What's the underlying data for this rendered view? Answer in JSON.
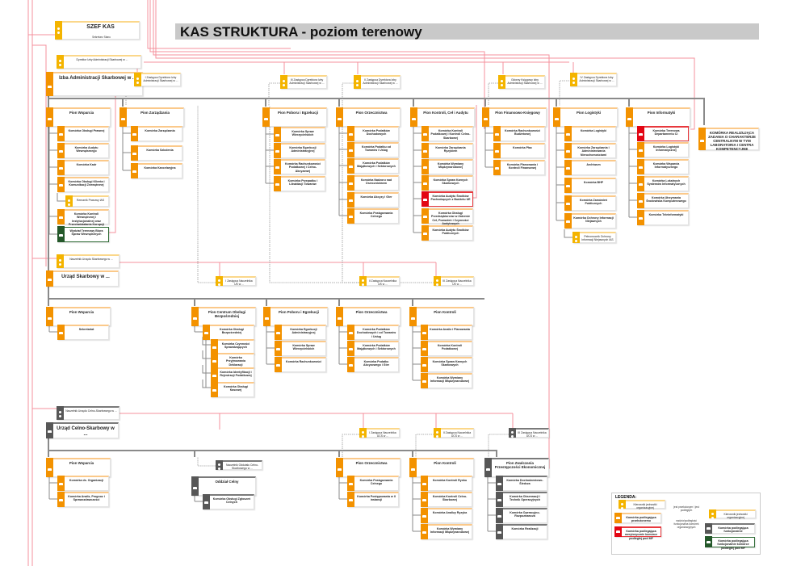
{
  "title": "KAS STRUKTURA - poziom terenowy",
  "szef": {
    "label": "SZEF KAS",
    "sub": "Sekretarz Stanu"
  },
  "izba": {
    "head": "Dyrektor Izby Administracji Skarbowej w ...",
    "unit": "Izba Administracji Skarbowej w ...",
    "deputies": [
      "I Zastępca Dyrektora Izby Administracji Skarbowej w ...",
      "III Zastępca Dyrektora Izby Administracji Skarbowej w ...",
      "II Zastępca Dyrektora Izby Administracji Skarbowej w ...",
      "Główny Księgowy Izby Administracji Skarbowej w ...",
      "IV Zastępca Dyrektora Izby Administracji Skarbowej w ..."
    ],
    "piony": [
      {
        "label": "Pion Wsparcia",
        "children": [
          {
            "label": "Komórka Obsługi Prawnej",
            "type": "local"
          },
          {
            "label": "Komórka Audytu Wewnętrznego",
            "type": "local"
          },
          {
            "label": "Komórka Kadr",
            "type": "local"
          },
          {
            "label": "Komórka Obsługi Klienta i Komunikacji Zewnętrznej",
            "type": "local"
          },
          {
            "label": "Rzecznik Prasowy IAS",
            "type": "person"
          },
          {
            "label": "Komórka Kontroli Wewnętrznej i Instytucjonalnej oraz Przeciwdziałania Korupcji",
            "type": "local"
          },
          {
            "label": "Wydział Terenowy Biura Spraw Wewnętrznych",
            "type": "bsw"
          }
        ]
      },
      {
        "label": "Pion Zarządzania",
        "children": [
          {
            "label": "Komórka Zarządzania",
            "type": "local"
          },
          {
            "label": "Komórka Szkolenia",
            "type": "local"
          },
          {
            "label": "Komórka Kancelaryjna",
            "type": "local"
          }
        ]
      },
      {
        "label": "Pion Poboru i Egzekucji",
        "children": [
          {
            "label": "Komórka Spraw Wierzycielskich",
            "type": "local"
          },
          {
            "label": "Komórka Egzekucji Administracyjnej",
            "type": "local"
          },
          {
            "label": "Komórka Rachunkowości Podatkowej i Celno-Akcyzowej",
            "type": "local"
          },
          {
            "label": "Komórka Przepadku i Likwidacji Towarów",
            "type": "local"
          }
        ]
      },
      {
        "label": "Pion Orzecznictwa",
        "children": [
          {
            "label": "Komórka Podatków Dochodowych",
            "type": "local"
          },
          {
            "label": "Komórka Podatku od Towarów i Usług",
            "type": "local"
          },
          {
            "label": "Komórka Podatków Majątkowych i Sektorowych",
            "type": "local"
          },
          {
            "label": "Komórka Nadzoru nad Orzecznictwem",
            "type": "local"
          },
          {
            "label": "Komórka Akcyzy i Gier",
            "type": "local"
          },
          {
            "label": "Komórka Postępowania Celnego",
            "type": "local"
          }
        ]
      },
      {
        "label": "Pion Kontroli, Ceł i Audytu",
        "children": [
          {
            "label": "Komórka Kontroli Podatkowej i Kontroli Celno-Skarbowej",
            "type": "local"
          },
          {
            "label": "Komórka Zarządzania Ryzykiem",
            "type": "local"
          },
          {
            "label": "Komórka Wymiany Międzynarodowej",
            "type": "local"
          },
          {
            "label": "Komórka Spraw Karnych Skarbowych",
            "type": "local"
          },
          {
            "label": "Komórka Audytu Środków Pochodzących z Budżetu UE",
            "type": "ministry"
          },
          {
            "label": "Komórka Obsługi Przedsiębiorców w Zakresie Ceł, Pozwoleń i Czynności Audytowych",
            "type": "local"
          },
          {
            "label": "Komórka Audytu Środków Publicznych",
            "type": "local"
          }
        ]
      },
      {
        "label": "Pion Finansowo-Księgowy",
        "children": [
          {
            "label": "Komórka Rachunkowości Budżetowej",
            "type": "local"
          },
          {
            "label": "Komórka Płac",
            "type": "local"
          },
          {
            "label": "Komórka Planowania i Kontroli Finansowej",
            "type": "local"
          }
        ]
      },
      {
        "label": "Pion Logistyki",
        "children": [
          {
            "label": "Komórka Logistyki",
            "type": "local"
          },
          {
            "label": "Komórka Zarządzania i Administrowania Nieruchomościami",
            "type": "local"
          },
          {
            "label": "Archiwum",
            "type": "local"
          },
          {
            "label": "Komórka BHP",
            "type": "local"
          },
          {
            "label": "Komórka Zamówień Publicznych",
            "type": "local"
          },
          {
            "label": "Komórka Ochrony Informacji Niejawnych",
            "type": "local"
          },
          {
            "label": "Pełnomocnik Ochrony Informacji Niejawnych IAS",
            "type": "person"
          }
        ]
      },
      {
        "label": "Pion Informatyki",
        "children": [
          {
            "label": "Komórka Terenowa Departamentu CI",
            "type": "ministry"
          },
          {
            "label": "Komórka Logistyki Informatycznej",
            "type": "local"
          },
          {
            "label": "Komórka Wsparcia Informatycznego",
            "type": "local"
          },
          {
            "label": "Komórka Lokalnych Systemów Informatycznych",
            "type": "local"
          },
          {
            "label": "Komórka Utrzymania Środowiska Komputerowego",
            "type": "local"
          },
          {
            "label": "Komórka Teleinformatyki",
            "type": "local"
          }
        ]
      }
    ],
    "central": "KOMÓRKA REALIZUJĄCA ZADANIA O CHARAKTERZE CENTRALNYM W TYM LABORATORIA I CENTRA KOMPETENCYJNE"
  },
  "us": {
    "head": "Naczelnik Urzędu Skarbowego w ...",
    "unit": "Urząd Skarbowy w ...",
    "deputies": [
      "I Zastępca Naczelnika US w ...",
      "II Zastępca Naczelnika US w ...",
      "III Zastępca Naczelnika US w ..."
    ],
    "piony": [
      {
        "label": "Pion Wsparcia",
        "children": [
          {
            "label": "Sekretariat",
            "type": "local"
          }
        ]
      },
      {
        "label": "Pion Centrum Obsługi Bezpośredniej",
        "children": [
          {
            "label": "Komórka Obsługi Bezpośredniej",
            "type": "local"
          },
          {
            "label": "Komórka Czynności Sprawdzających",
            "type": "local"
          },
          {
            "label": "Komórka Przyjmowania Deklaracji",
            "type": "local"
          },
          {
            "label": "Komórka Identyfikacji i Rejestracji Podatkowej",
            "type": "local"
          },
          {
            "label": "Komórka Obsługi Kasowej",
            "type": "local"
          }
        ]
      },
      {
        "label": "Pion Poboru i Egzekucji",
        "children": [
          {
            "label": "Komórka Egzekucji Administracyjnej",
            "type": "local"
          },
          {
            "label": "Komórka Spraw Wierzycielskich",
            "type": "local"
          },
          {
            "label": "Komórka Rachunkowości",
            "type": "local"
          }
        ]
      },
      {
        "label": "Pion Orzecznictwa",
        "children": [
          {
            "label": "Komórka Podatków Dochodowych i od Towarów i Usług",
            "type": "local"
          },
          {
            "label": "Komórka Podatków Majątkowych i Sektorowych",
            "type": "local"
          },
          {
            "label": "Komórka Podatku Akcyzowego i Gier",
            "type": "local"
          }
        ]
      },
      {
        "label": "Pion Kontroli",
        "children": [
          {
            "label": "Komórka Analiz i Planowania",
            "type": "local"
          },
          {
            "label": "Komórka Kontroli Podatkowej",
            "type": "local"
          },
          {
            "label": "Komórka Spraw Karnych Skarbowych",
            "type": "local"
          },
          {
            "label": "Komórka Wymiany Informacji Międzynarodowej",
            "type": "local"
          }
        ]
      }
    ]
  },
  "ucs": {
    "head": "Naczelnik Urzędu Celno-Skarbowego w ...",
    "unit": "Urząd Celno-Skarbowy w ...",
    "deputies": [
      "I Zastępca Naczelnika UCS w ...",
      "II Zastępca Naczelnika UCS w ...",
      "III Zastępca Naczelnika UCS w ..."
    ],
    "oddzial_head": "Naczelnik Oddziału Celno-Skarbowego w ...",
    "piony": [
      {
        "label": "Pion Wsparcia",
        "children": [
          {
            "label": "Komórka ds. Organizacji",
            "type": "local"
          },
          {
            "label": "Komórka Analiz, Prognoz i Sprawozdawczości",
            "type": "local"
          }
        ]
      },
      {
        "label": "Oddział Celny",
        "children": [
          {
            "label": "Komórka Obsługi Zgłoszeń Celnych",
            "type": "functional"
          }
        ]
      },
      {
        "label": "Pion Orzecznictwa",
        "children": [
          {
            "label": "Komórka Postępowania Celnego",
            "type": "local"
          },
          {
            "label": "Komórka Postępowania w II instancji",
            "type": "local"
          }
        ]
      },
      {
        "label": "Pion Kontroli",
        "children": [
          {
            "label": "Komórka Kontroli Rynku",
            "type": "local"
          },
          {
            "label": "Komórka Kontroli Celno-Skarbowej",
            "type": "local"
          },
          {
            "label": "Komórka Analizy Ryzyka",
            "type": "local"
          },
          {
            "label": "Komórka Wymiany Informacji Międzynarodowej",
            "type": "local"
          }
        ]
      },
      {
        "label": "Pion Zwalczania Przestępczości Ekonomicznej",
        "children": [
          {
            "label": "Komórka Dochodzeniowo-Śledcza",
            "type": "functional"
          },
          {
            "label": "Komórka Obserwacji i Technik Operacyjnych",
            "type": "functional"
          },
          {
            "label": "Komórka Operacyjno-Rozpoznawcza",
            "type": "functional"
          },
          {
            "label": "Komórka Realizacji",
            "type": "functional"
          }
        ]
      }
    ]
  },
  "legend": {
    "title": "LEGENDA:",
    "manager": "Kierownik jednostki organizacyjnej",
    "local": "Komórka podlegająca przełożonemu",
    "ministry": "Komórka podlegająca merytorycznie komórce podległej pod MF",
    "relation_superior": "jest przełożonym / jest podległym",
    "relation_oversight": "nadzór/podległość funkcjonalna komórek organizacyjnych",
    "manager2": "Kierownik jednostki organizacyjnej",
    "functional": "Komórka podlegająca funkcjonalnie",
    "bsw": "Komórka podlegająca funkcjonalnie komórce podległej pod MF"
  },
  "colors": {
    "orange": "#f39200",
    "yellow": "#f4b400",
    "red": "#e30613",
    "green": "#24582a",
    "dark": "#575757",
    "pink_line": "#f08090"
  }
}
